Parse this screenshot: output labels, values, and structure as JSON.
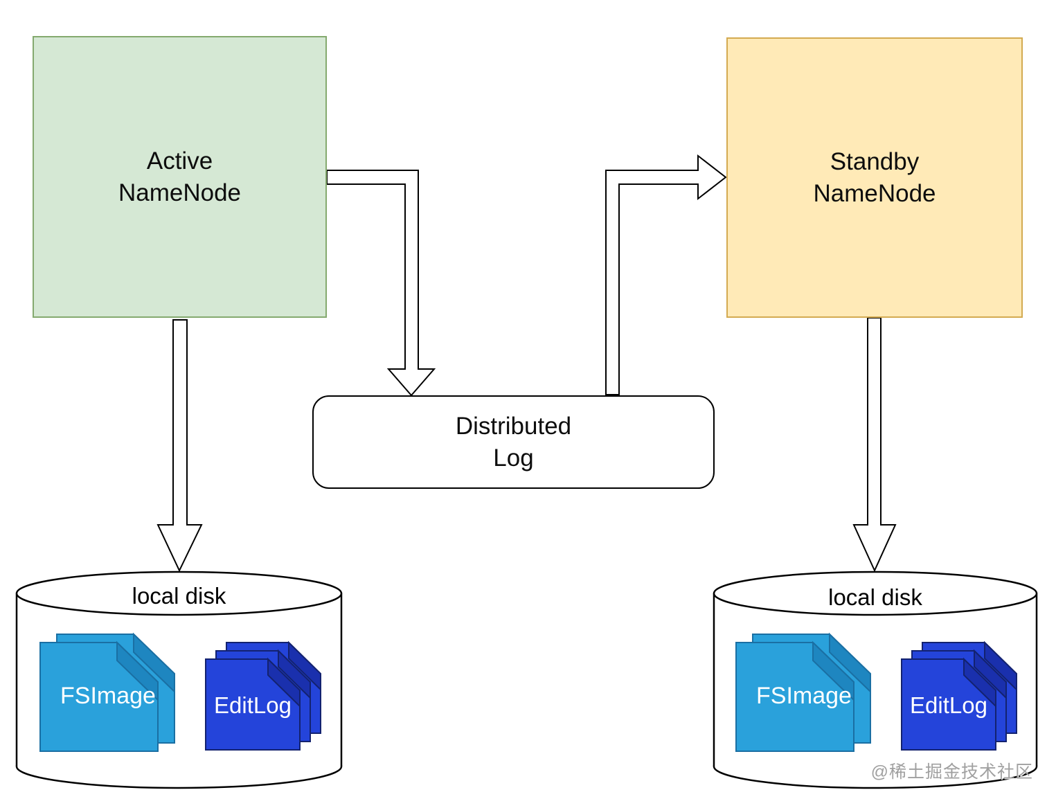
{
  "diagram": {
    "active_node": {
      "line1": "Active",
      "line2": "NameNode",
      "fill": "#d5e8d4",
      "border_color": "#84a96e"
    },
    "standby_node": {
      "line1": "Standby",
      "line2": "NameNode",
      "fill": "#ffeab7",
      "border_color": "#d3aa50"
    },
    "distributed_log": {
      "line1": "Distributed",
      "line2": "Log"
    },
    "left_disk": {
      "label": "local disk",
      "documents": [
        {
          "label": "FSImage",
          "color": "#2aa1db"
        },
        {
          "label": "EditLog",
          "color": "#2444da"
        }
      ]
    },
    "right_disk": {
      "label": "local disk",
      "documents": [
        {
          "label": "FSImage",
          "color": "#2aa1db"
        },
        {
          "label": "EditLog",
          "color": "#2444da"
        }
      ]
    },
    "edges": [
      {
        "from": "Active NameNode",
        "to": "Distributed Log"
      },
      {
        "from": "Distributed Log",
        "to": "Standby NameNode"
      },
      {
        "from": "Active NameNode",
        "to": "local disk"
      },
      {
        "from": "Standby NameNode",
        "to": "local disk"
      }
    ],
    "watermark": "@稀土掘金技术社区"
  }
}
